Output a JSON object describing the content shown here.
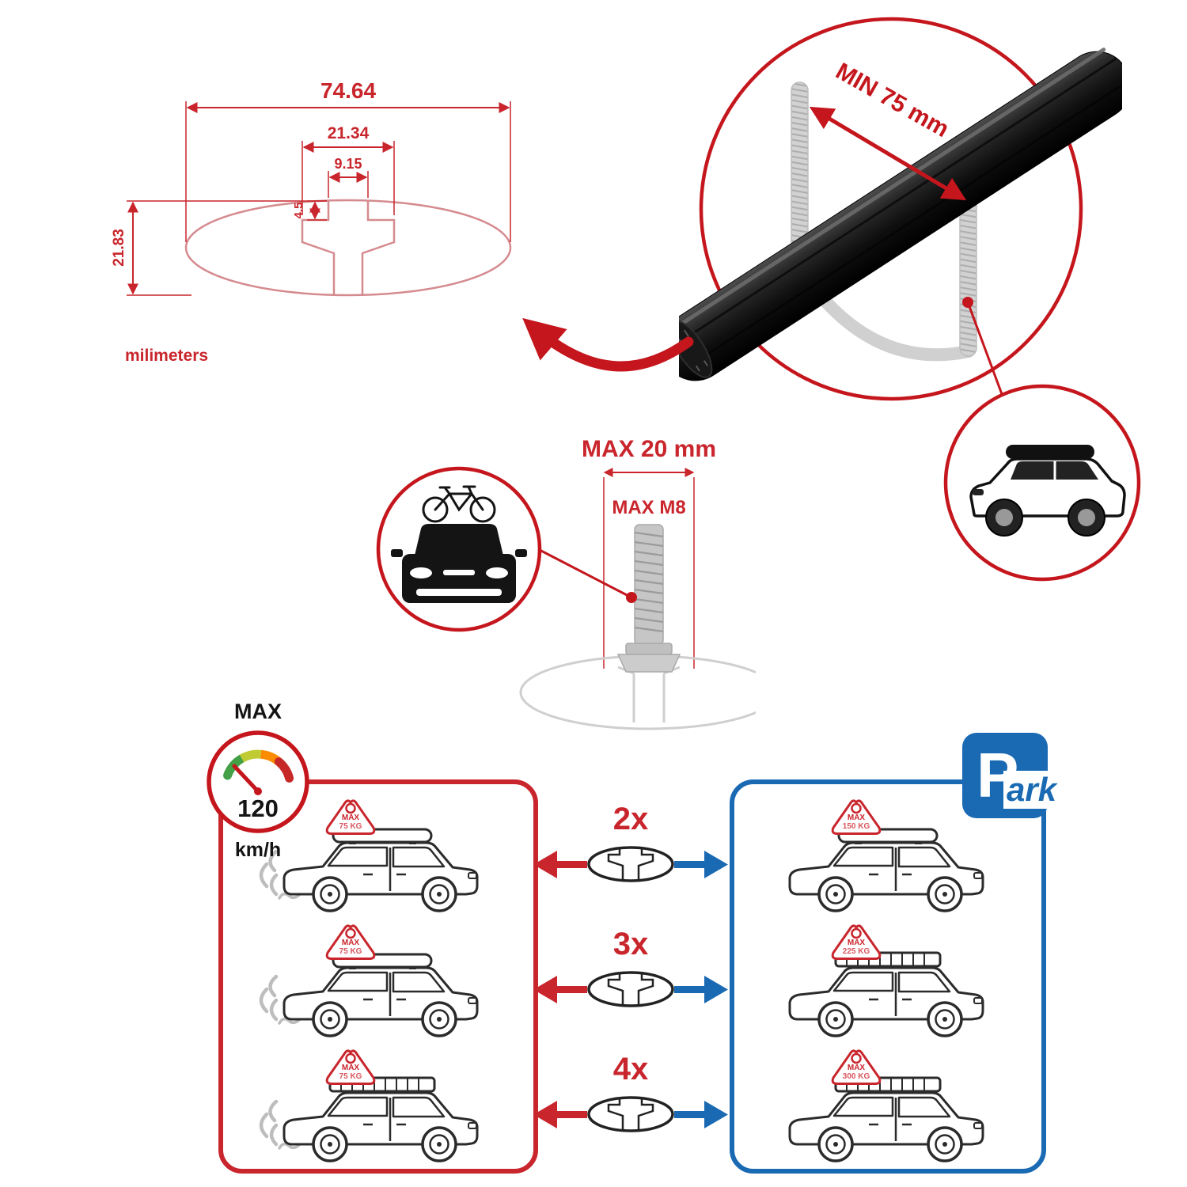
{
  "colors": {
    "red": "#c9252c",
    "blue": "#1a6ab3",
    "dark": "#141414",
    "gray": "#bdbdbd"
  },
  "dims": {
    "total_width": "74.64",
    "slot_outer": "21.34",
    "slot_inner": "9.15",
    "lip_depth": "4.5",
    "total_height": "21.83",
    "units": "milimeters"
  },
  "bar": {
    "min_span": "MIN 75 mm"
  },
  "bolt": {
    "max_length": "MAX 20 mm",
    "max_thread": "MAX M8"
  },
  "speed": {
    "label": "MAX",
    "value": "120",
    "unit": "km/h"
  },
  "multipliers": [
    {
      "label": "2x"
    },
    {
      "label": "3x"
    },
    {
      "label": "4x"
    }
  ],
  "driving_panel": {
    "cars": [
      {
        "badge_title": "MAX",
        "badge_load": "75 KG"
      },
      {
        "badge_title": "MAX",
        "badge_load": "75 KG"
      },
      {
        "badge_title": "MAX",
        "badge_load": "75 KG"
      }
    ]
  },
  "parking_panel": {
    "sign_p": "P",
    "sign_ark": "ark",
    "cars": [
      {
        "badge_title": "MAX",
        "badge_load": "150 KG"
      },
      {
        "badge_title": "MAX",
        "badge_load": "225 KG"
      },
      {
        "badge_title": "MAX",
        "badge_load": "300 KG"
      }
    ]
  }
}
